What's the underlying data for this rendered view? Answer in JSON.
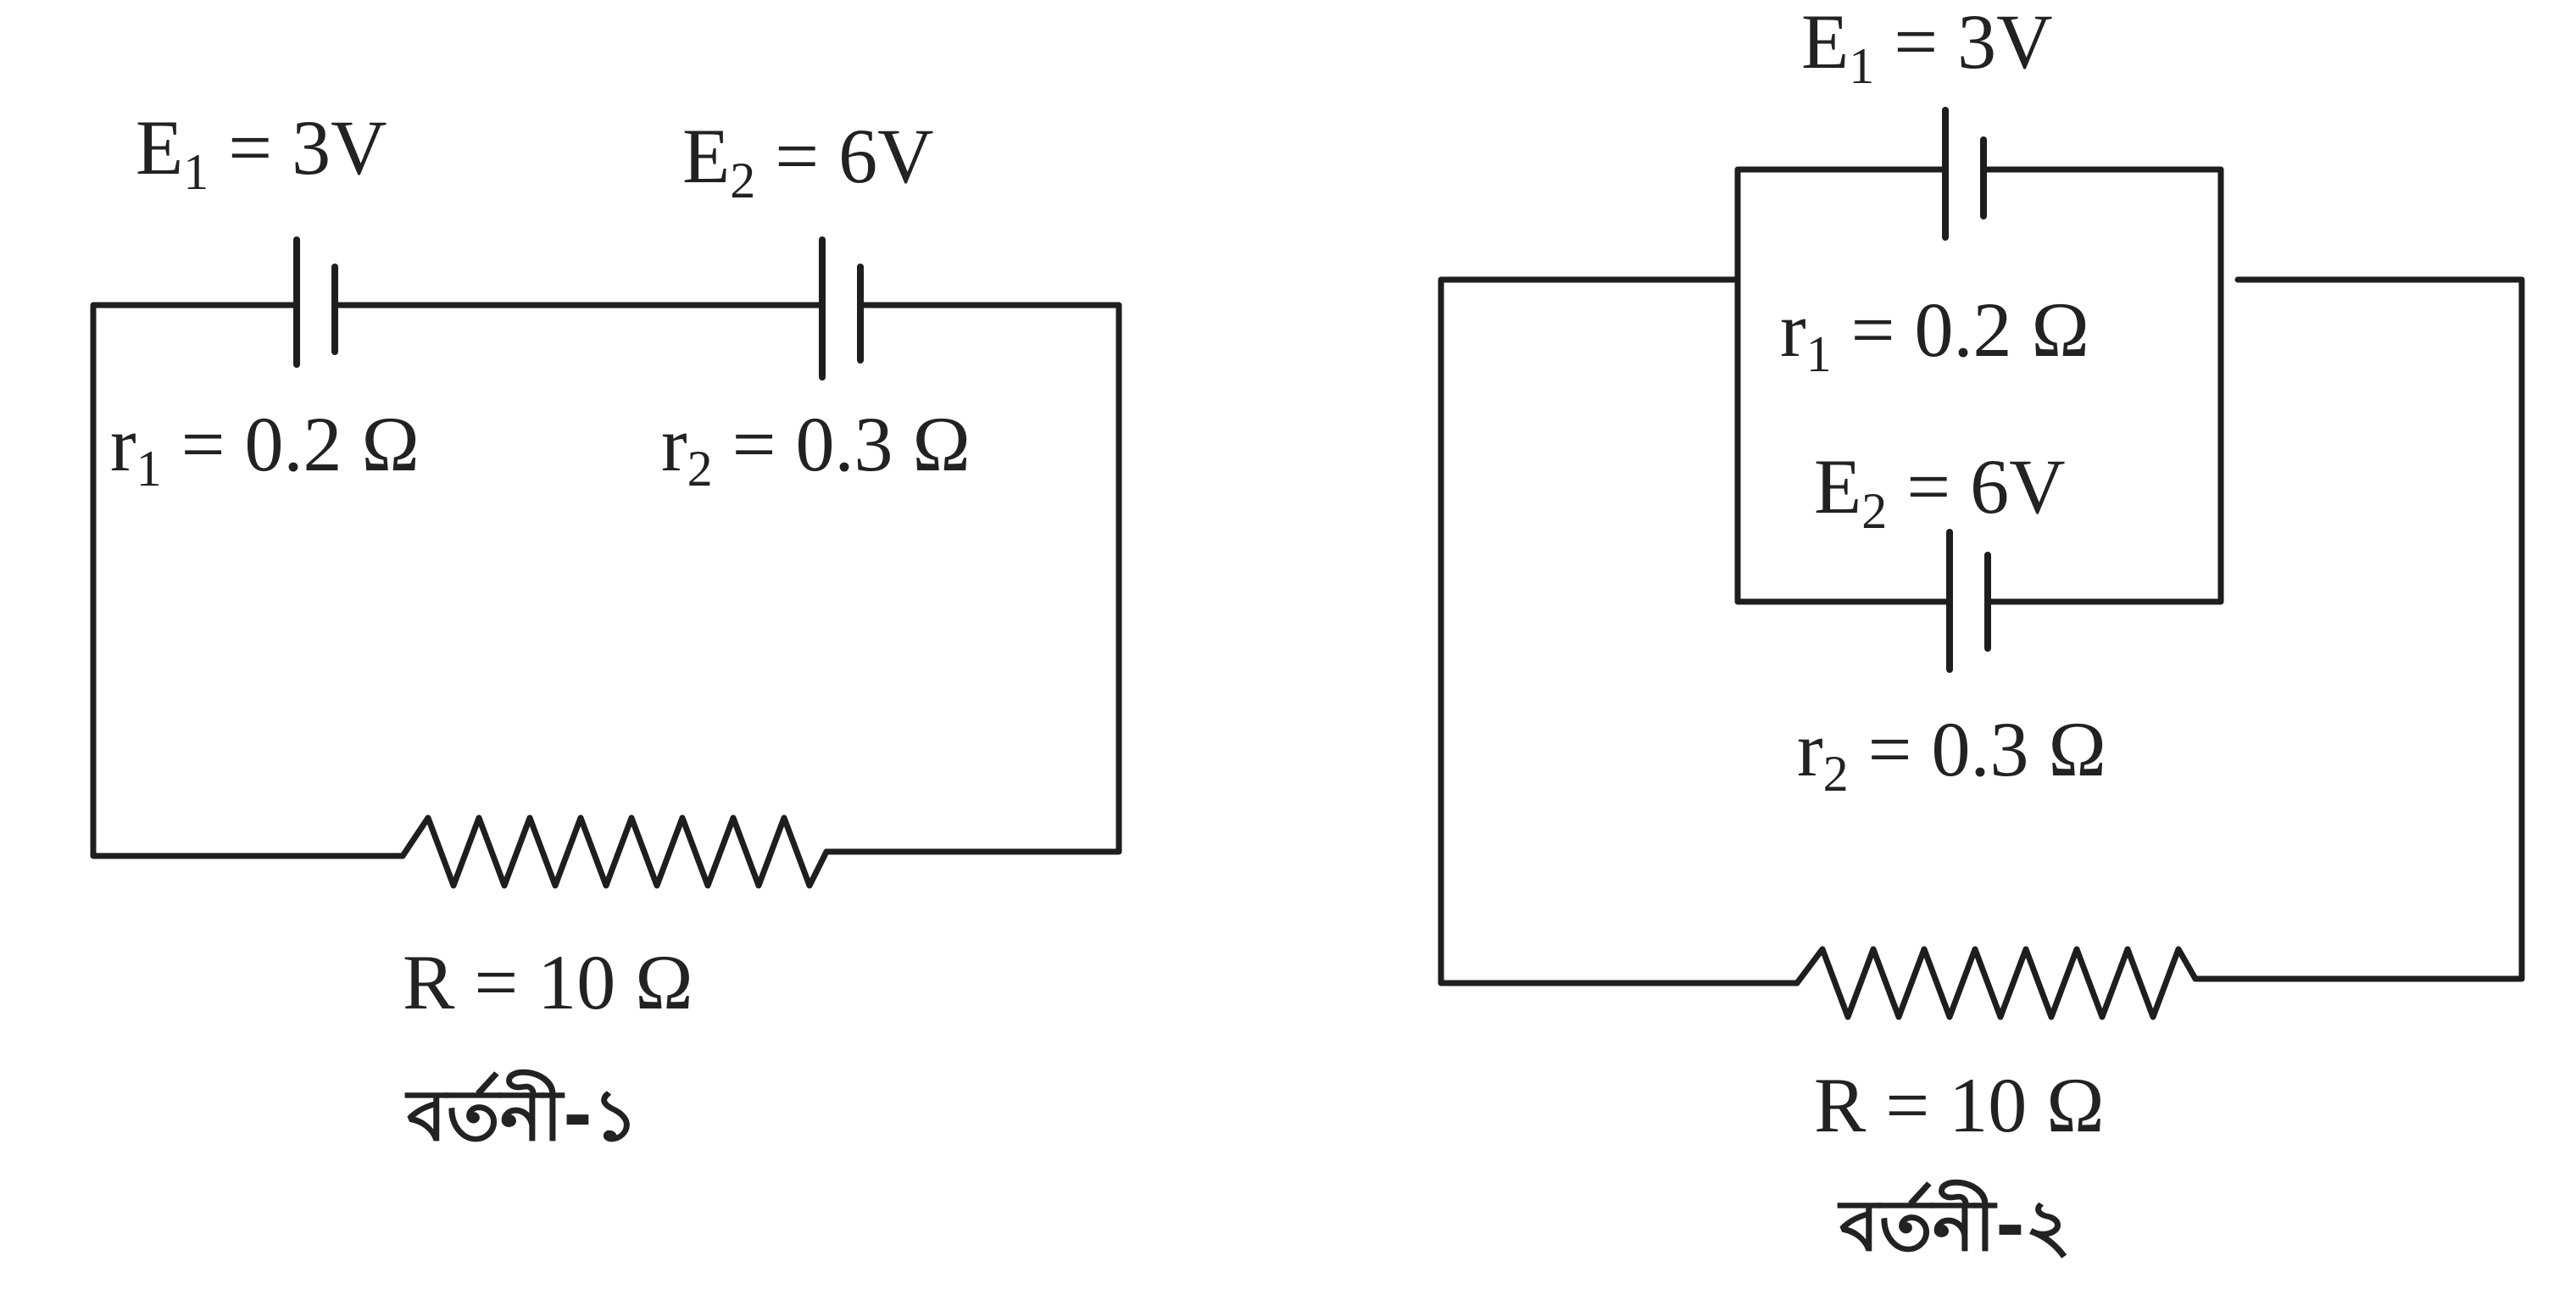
{
  "circuit_1": {
    "caption": "বর্তনী-১",
    "e1": {
      "symbol": "E",
      "sub": "1",
      "value": " = 3V"
    },
    "e2": {
      "symbol": "E",
      "sub": "2",
      "value": " = 6V"
    },
    "r1": {
      "symbol": "r",
      "sub": "1",
      "value": " = 0.2 Ω"
    },
    "r2": {
      "symbol": "r",
      "sub": "2",
      "value": " = 0.3 Ω"
    },
    "resistor": "R = 10 Ω"
  },
  "circuit_2": {
    "caption": "বর্তনী-২",
    "e1": {
      "symbol": "E",
      "sub": "1",
      "value": " = 3V"
    },
    "e2": {
      "symbol": "E",
      "sub": "2",
      "value": " = 6V"
    },
    "r1": {
      "symbol": "r",
      "sub": "1",
      "value": " = 0.2 Ω"
    },
    "r2": {
      "symbol": "r",
      "sub": "2",
      "value": " = 0.3 Ω"
    },
    "resistor": "R = 10 Ω"
  }
}
